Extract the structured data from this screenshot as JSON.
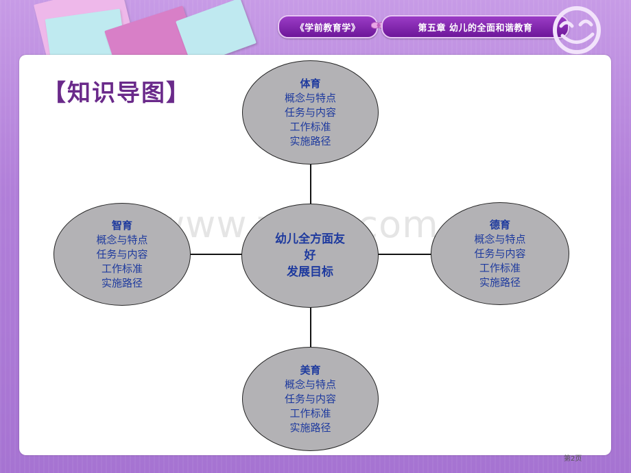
{
  "header": {
    "book_title": "《学前教育学》",
    "chapter_title": "第五章 幼儿的全面和谐教育"
  },
  "panel": {
    "title": "【知识导图】",
    "watermark": "www.zixin.com.cn"
  },
  "mindmap": {
    "center": {
      "line1": "幼儿全方面友",
      "line2": "好",
      "line3": "发展目标"
    },
    "nodes": {
      "top": {
        "title": "体育",
        "items": [
          "概念与特点",
          "任务与内容",
          "工作标准",
          "实施路径"
        ]
      },
      "left": {
        "title": "智育",
        "items": [
          "概念与特点",
          "任务与内容",
          "工作标准",
          "实施路径"
        ]
      },
      "right": {
        "title": "德育",
        "items": [
          "概念与特点",
          "任务与内容",
          "工作标准",
          "实施路径"
        ]
      },
      "bottom": {
        "title": "美育",
        "items": [
          "概念与特点",
          "任务与内容",
          "工作标准",
          "实施路径"
        ]
      }
    }
  },
  "footer": {
    "page_label": "第2页"
  },
  "colors": {
    "accent": "#7a1fa8",
    "node_fill": "#b3b2b5",
    "node_text": "#1e3a9e"
  }
}
